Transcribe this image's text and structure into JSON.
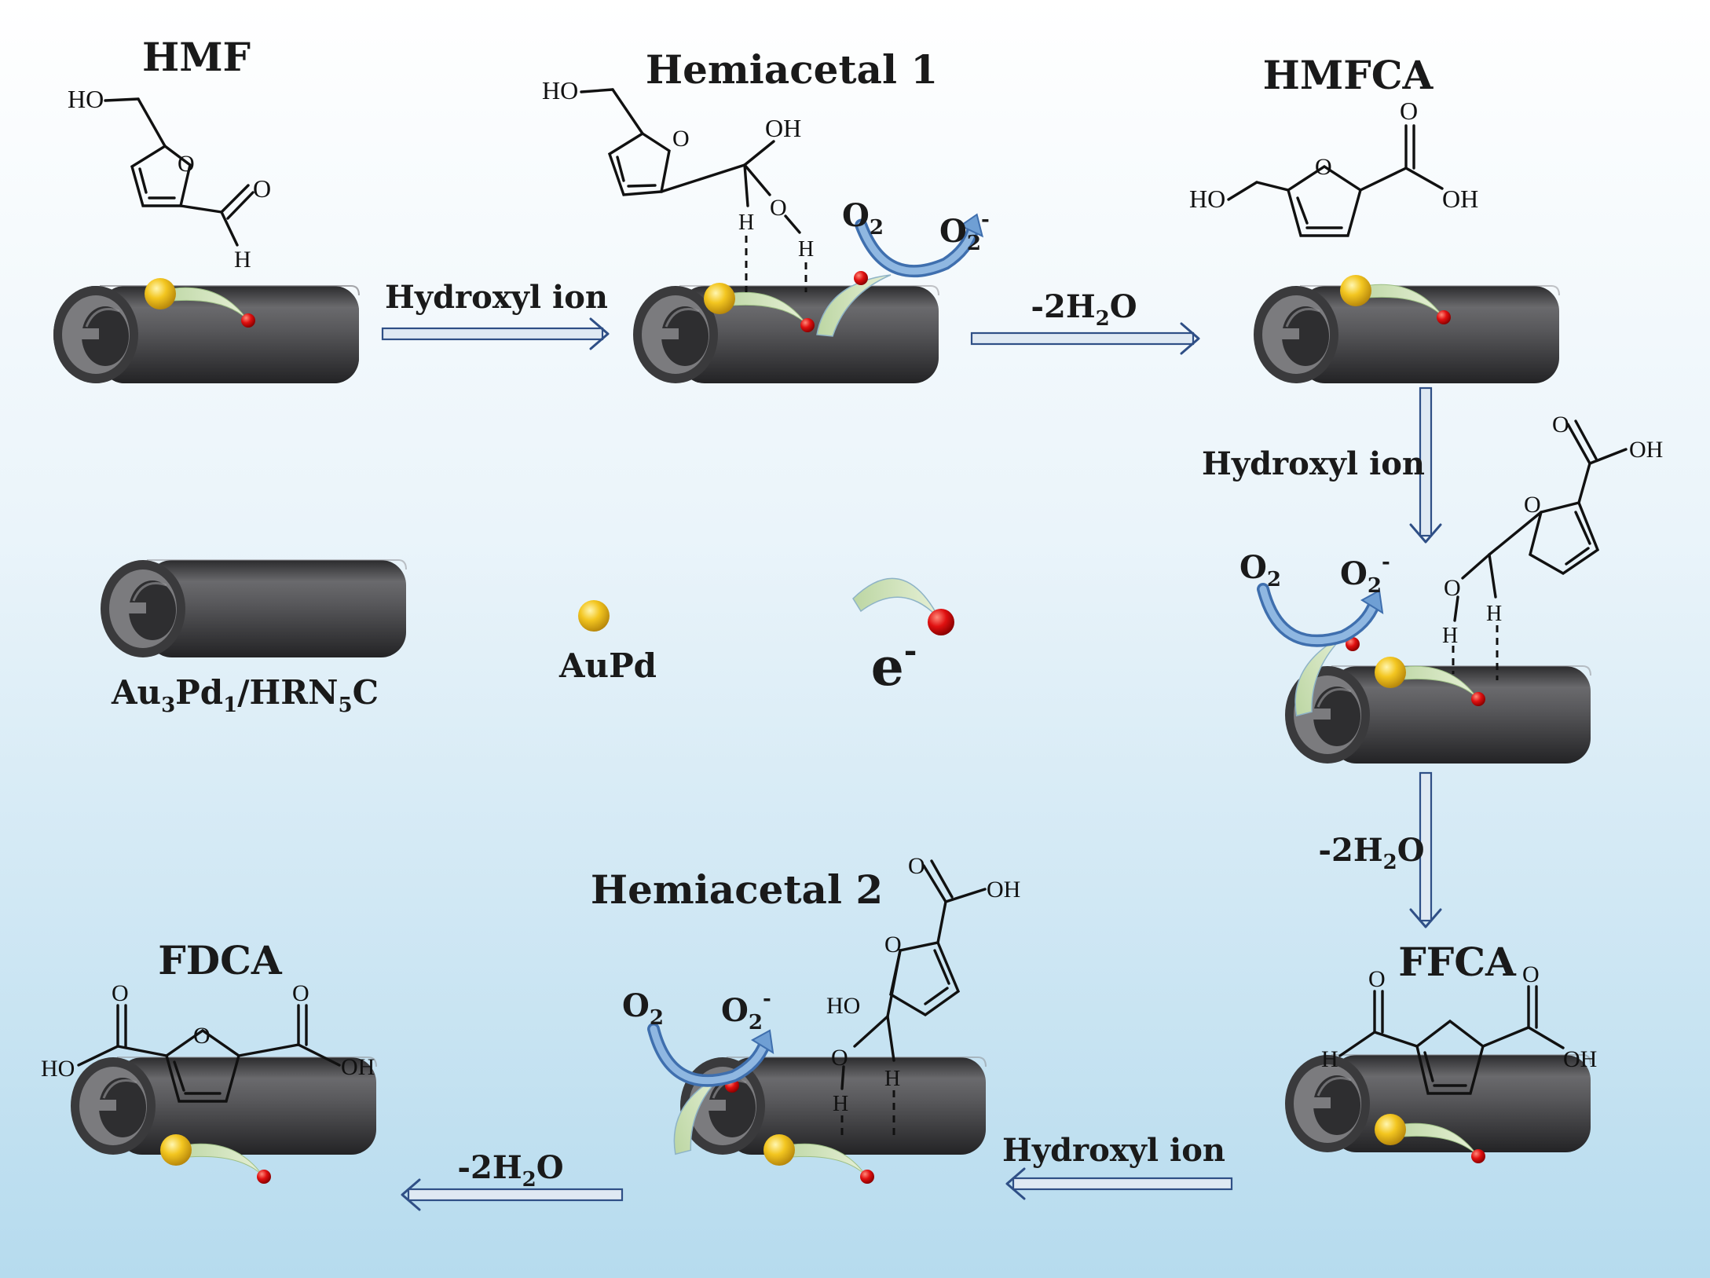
{
  "stages": {
    "hmf": "HMF",
    "hemiacetal1": "Hemiacetal 1",
    "hmfca": "HMFCA",
    "ffca": "FFCA",
    "hemiacetal2": "Hemiacetal 2",
    "fdca": "FDCA"
  },
  "steps": {
    "hydroxyl_ion": "Hydroxyl ion",
    "minus": "-2H",
    "water_sub": "2",
    "water_o": "O"
  },
  "legend": {
    "catalyst_a": "Au",
    "catalyst_a_sub": "3",
    "catalyst_b": "Pd",
    "catalyst_b_sub": "1",
    "catalyst_c": "/HRN",
    "catalyst_c_sub": "5",
    "catalyst_d": "C",
    "metal": "AuPd",
    "electron": "e",
    "electron_sup": "-"
  },
  "species": {
    "o2": "O",
    "o2_sub": "2",
    "o2_minus_sup": "-"
  },
  "atoms": {
    "ho": "HO",
    "oh": "OH",
    "o": "O",
    "h": "H"
  },
  "colors": {
    "bg_top": "#ffffff",
    "bg_bottom": "#b9dcee",
    "tube": "#4a4a4c",
    "metal_particle": "#f2c21c",
    "electron": "#e01010",
    "arrow_outline": "#2f4f86",
    "o2_arrow": "#4b7bb6"
  }
}
